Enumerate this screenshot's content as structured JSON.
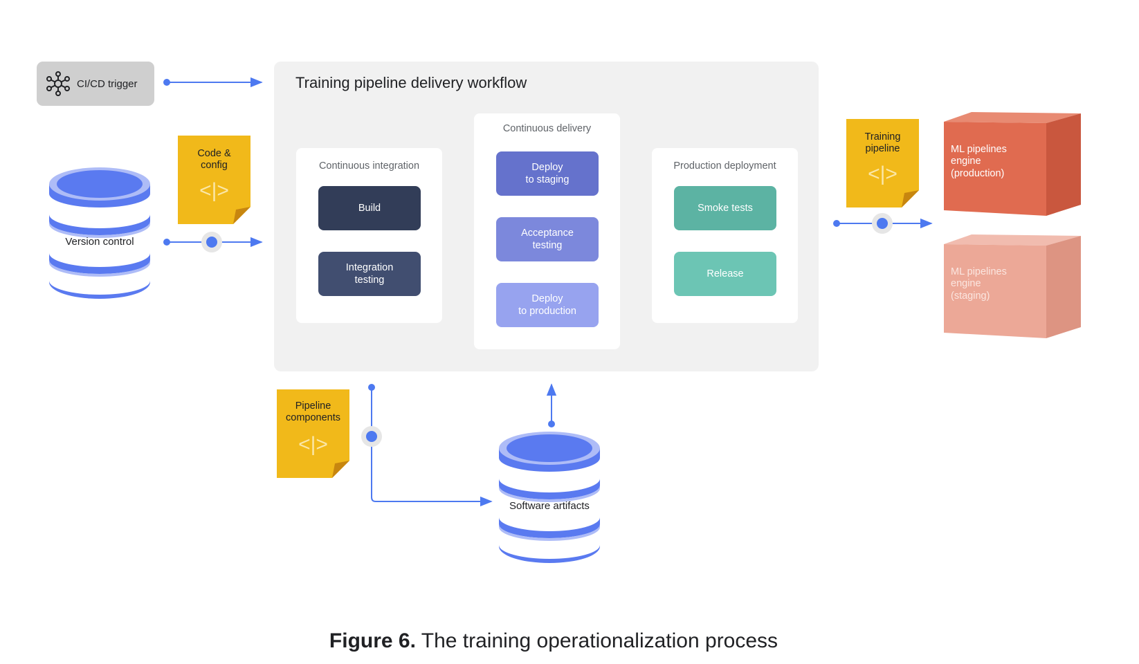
{
  "trigger": {
    "label": "CI/CD trigger",
    "icon": "hub-network-icon"
  },
  "workflow": {
    "title": "Training pipeline delivery workflow",
    "stages": [
      {
        "title": "Continuous integration",
        "steps": [
          "Build",
          "Integration\ntesting"
        ]
      },
      {
        "title": "Continuous delivery",
        "steps": [
          "Deploy\nto staging",
          "Acceptance\ntesting",
          "Deploy\nto production"
        ]
      },
      {
        "title": "Production deployment",
        "steps": [
          "Smoke tests",
          "Release"
        ]
      }
    ]
  },
  "notes": {
    "code_config": "Code &\nconfig",
    "training_pipeline": "Training\npipeline",
    "pipeline_components": "Pipeline\ncomponents",
    "code_glyph": "<|>"
  },
  "databases": {
    "version_control": "Version control",
    "software_artifacts": "Software artifacts"
  },
  "engines": {
    "production": "ML pipelines\nengine\n(production)",
    "staging": "ML pipelines\nengine\n(staging)"
  },
  "caption": {
    "bold": "Figure 6.",
    "text": " The training operationalization process"
  },
  "colors": {
    "connector": "#4d79f0",
    "note": "#f1b91a",
    "note_fold": "#c7860f",
    "db_blue": "#5a7af0",
    "build": "#323d58",
    "integration": "#414e70",
    "deploy_staging": "#6572cc",
    "acceptance": "#7c88dc",
    "deploy_prod": "#97a3ef",
    "smoke": "#5cb3a3",
    "release": "#6cc5b4",
    "engine_prod": "#e06b50",
    "engine_staging": "#eca897"
  }
}
